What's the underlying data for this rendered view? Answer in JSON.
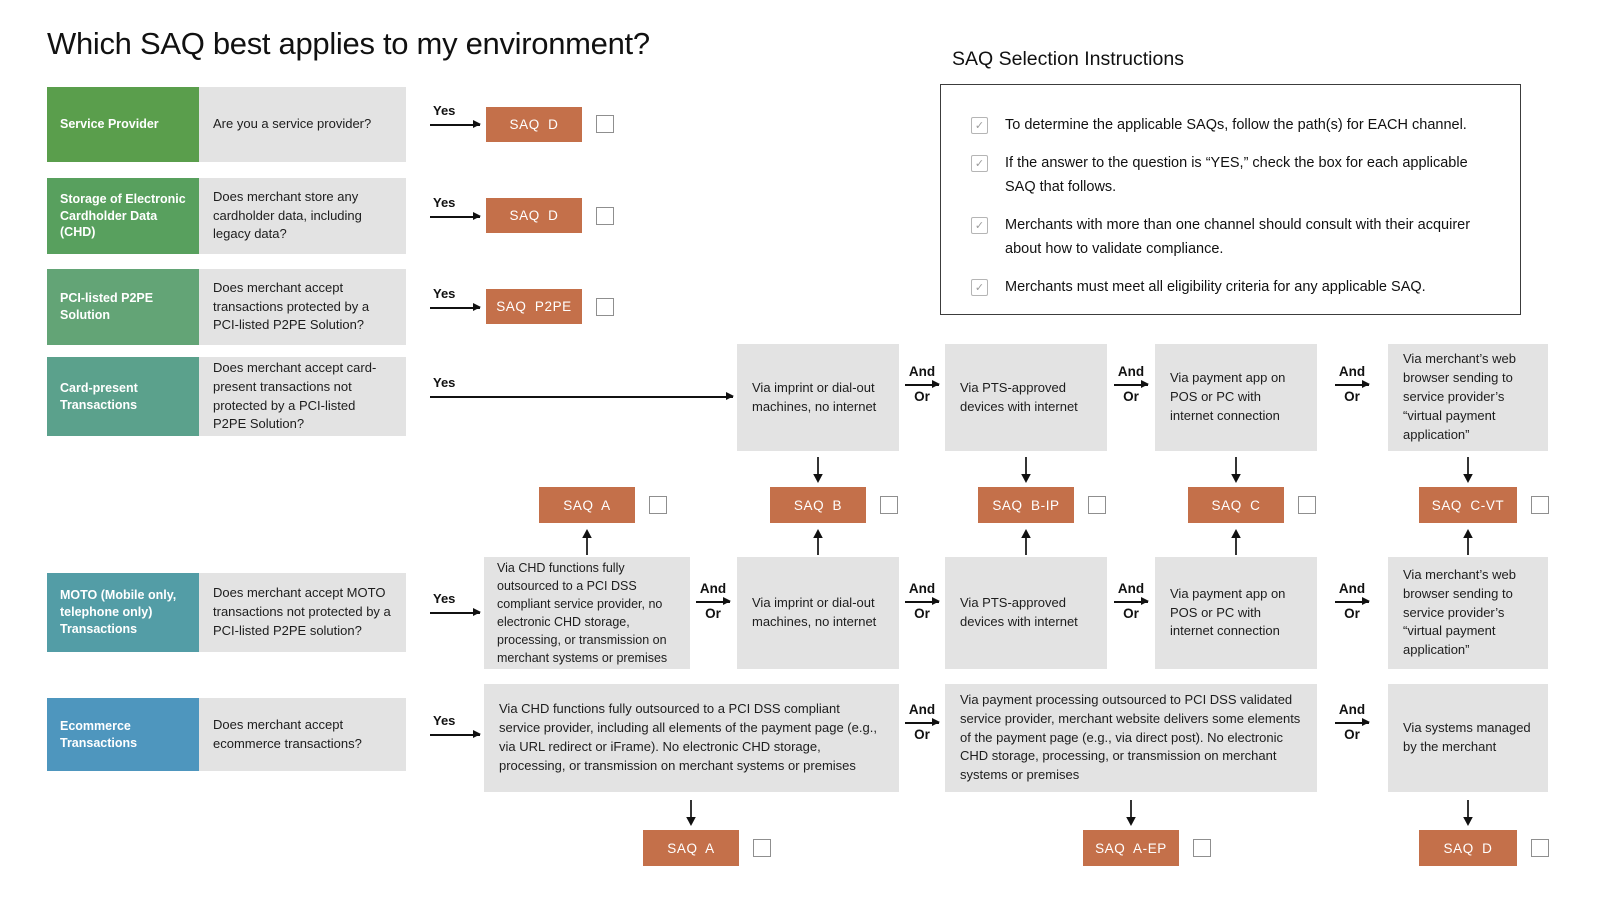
{
  "title": "Which SAQ best applies to my environment?",
  "yes_label": "Yes",
  "connector": {
    "and": "And",
    "or": "Or"
  },
  "icons": {
    "check": "✓"
  },
  "colors": {
    "accent_orange": "#C4704A",
    "panel_gray": "#E3E3E3",
    "green_service_provider": "#5A9E4C",
    "green_storage_chd": "#58A05E",
    "green_p2pe": "#63A476",
    "teal_card_present": "#5BA18C",
    "teal_moto": "#539DA6",
    "blue_ecommerce": "#4E96BE",
    "arrow_black": "#111111"
  },
  "instructions": {
    "heading": "SAQ Selection Instructions",
    "items": [
      "To determine the applicable SAQs, follow the path(s) for EACH channel.",
      "If the answer to the question is “YES,” check the box for each applicable SAQ that follows.",
      "Merchants with more than one channel should consult with their acquirer about how to validate compliance.",
      "Merchants must meet all eligibility criteria for any applicable SAQ."
    ]
  },
  "channels": [
    {
      "label": "Service Provider",
      "question": "Are you a service provider?",
      "saq": "SAQ D"
    },
    {
      "label": "Storage of Electronic Cardholder Data (CHD)",
      "question": "Does merchant store any cardholder data, including legacy data?",
      "saq": "SAQ D"
    },
    {
      "label": "PCI-listed P2PE Solution",
      "question": "Does merchant accept transactions protected by a PCI-listed P2PE Solution?",
      "saq": "SAQ P2PE"
    },
    {
      "label": "Card-present Transactions",
      "question": "Does merchant accept card-present transactions not protected by a PCI-listed P2PE Solution?"
    },
    {
      "label": "MOTO (Mobile only, telephone only) Transactions",
      "question": "Does merchant accept MOTO transactions not protected by a PCI-listed P2PE solution?"
    },
    {
      "label": "Ecommerce Transactions",
      "question": "Does merchant accept ecommerce transactions?"
    }
  ],
  "card_present_flow": [
    "Via imprint or dial-out machines, no internet",
    "Via PTS-approved devices with internet",
    "Via payment app on POS or PC with internet connection",
    "Via merchant’s web browser sending to service provider’s “virtual payment application”"
  ],
  "mid_saqs": [
    "SAQ A",
    "SAQ B",
    "SAQ B-IP",
    "SAQ C",
    "SAQ C-VT"
  ],
  "moto_flow": [
    "Via CHD functions fully outsourced to a PCI DSS compliant service provider, no electronic CHD storage, processing, or transmission on merchant systems or premises",
    "Via imprint or dial-out machines, no internet",
    "Via PTS-approved devices with internet",
    "Via payment app on POS or PC with internet connection",
    "Via merchant’s web browser sending to service provider’s “virtual payment application”"
  ],
  "ecommerce_flow": [
    "Via CHD functions fully outsourced to a PCI DSS compliant service provider, including all elements of the payment page (e.g., via URL redirect or iFrame). No electronic CHD storage, processing, or transmission on merchant systems or premises",
    "Via payment processing outsourced to PCI DSS validated service provider, merchant website delivers some elements of the payment page (e.g., via direct post). No electronic CHD storage, processing, or transmission on merchant systems or premises",
    "Via systems managed by the merchant"
  ],
  "bottom_saqs": [
    "SAQ A",
    "SAQ A-EP",
    "SAQ D"
  ]
}
